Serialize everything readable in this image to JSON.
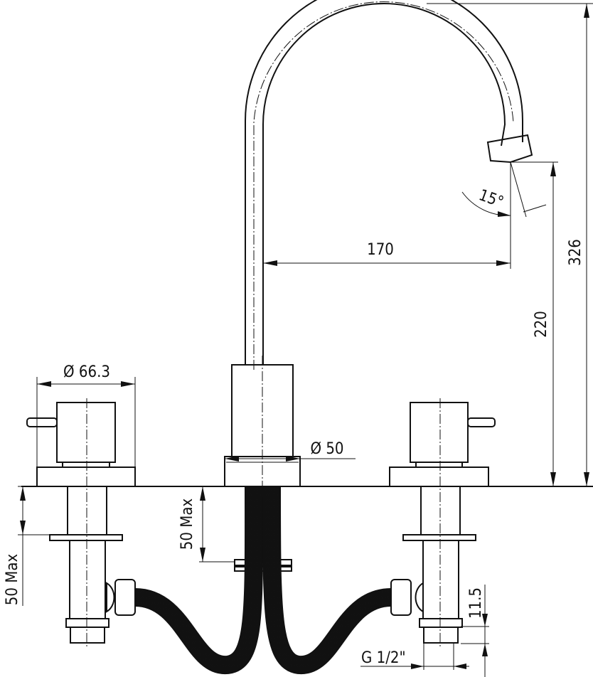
{
  "drawing": {
    "title": "Three-hole basin mixer with swivel spout",
    "dimensions": {
      "total_height": "326",
      "spout_height": "220",
      "spout_reach": "170",
      "spout_angle": "15°",
      "handle_diameter": "Ø 66.3",
      "spout_base_diameter": "Ø 50",
      "max_deck_thickness_left": "50 Max",
      "max_deck_thickness_center": "50 Max",
      "thread_length": "11.5",
      "thread_size": "G 1/2\""
    },
    "line_color": "#111111"
  }
}
